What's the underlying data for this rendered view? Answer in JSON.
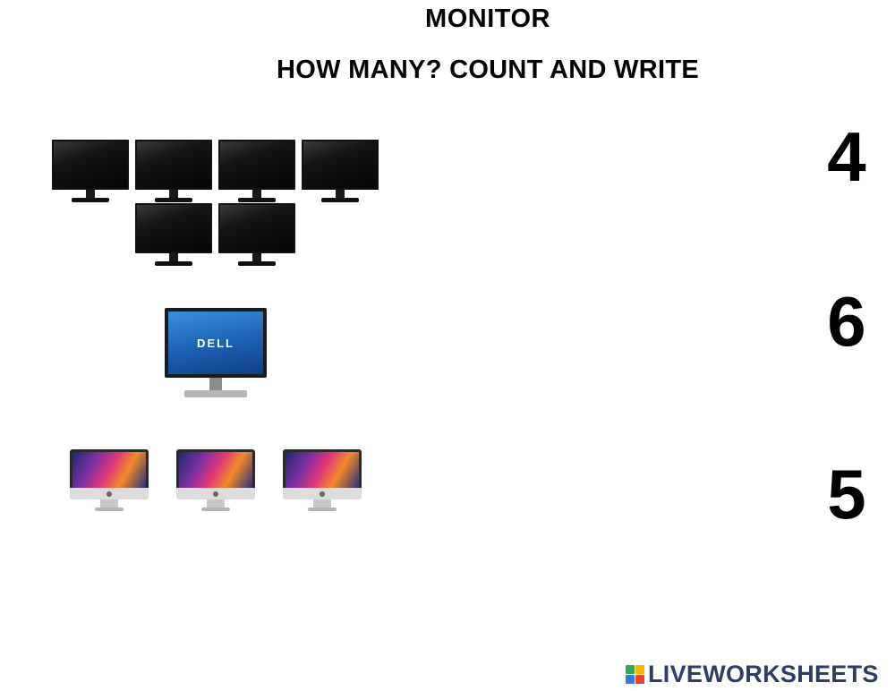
{
  "header": {
    "title": "MONITOR",
    "instruction": "HOW MANY? COUNT AND WRITE"
  },
  "rows": [
    {
      "answer": "4",
      "image": "black-monitor-icon",
      "count_shown": 6
    },
    {
      "answer": "6",
      "image": "dell-monitor-icon",
      "count_shown": 1
    },
    {
      "answer": "5",
      "image": "imac-icon",
      "count_shown": 3
    }
  ],
  "brand": {
    "text": "LIVEWORKSHEETS",
    "text_color": "#2e3d63",
    "mark_colors": [
      "#33a852",
      "#f7b500",
      "#3a7bd5",
      "#e94235"
    ]
  },
  "monitor_logo": "DELL"
}
